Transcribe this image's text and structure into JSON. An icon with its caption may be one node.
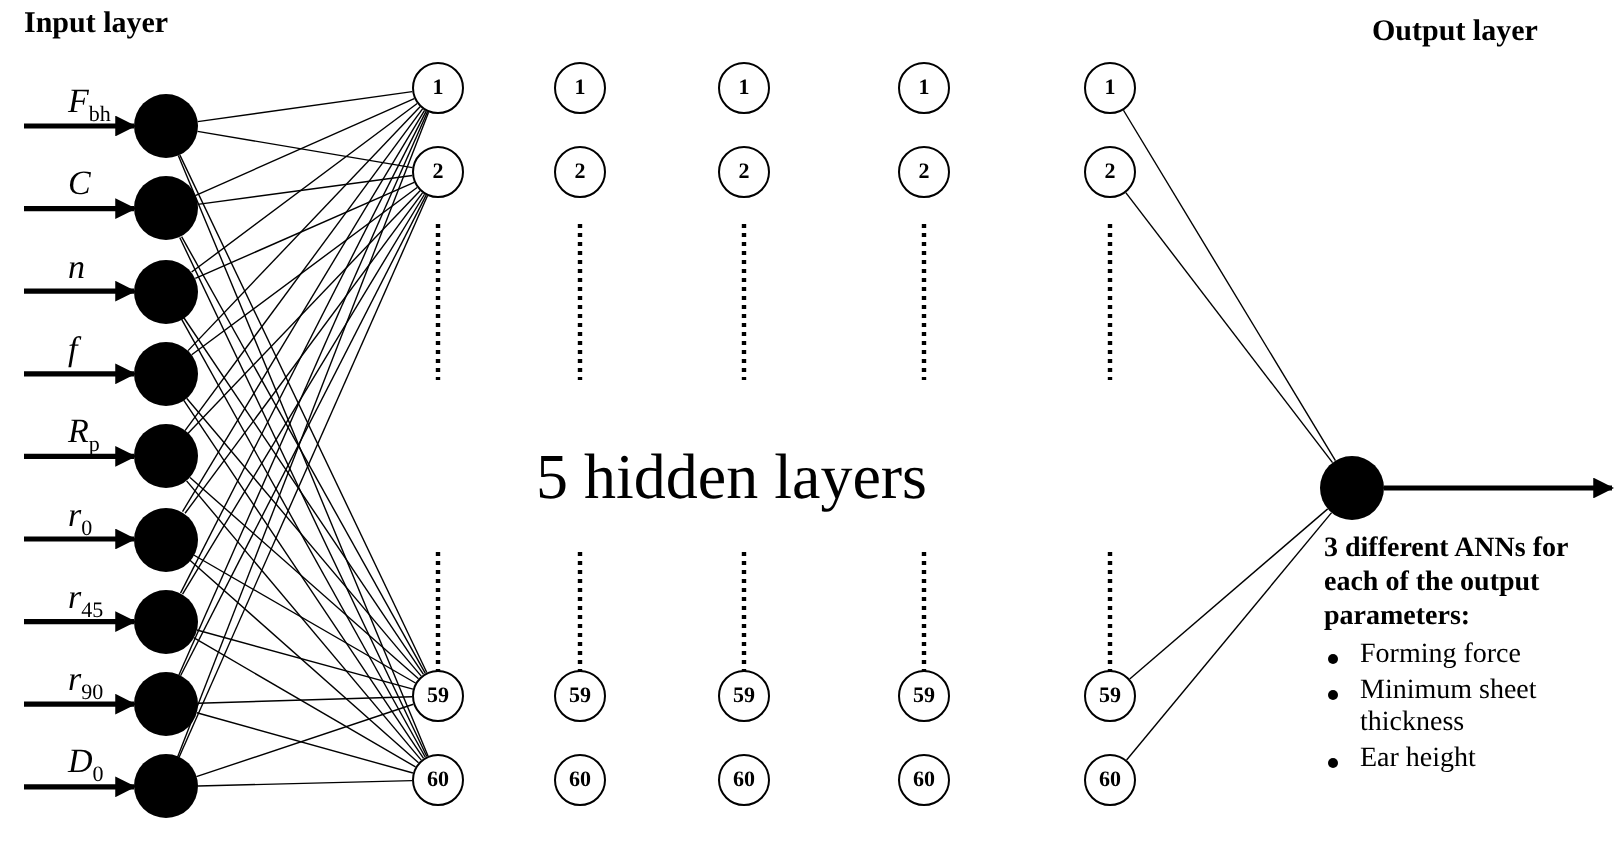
{
  "diagram": {
    "nodes": [
      {
        "text": [],
        "shape": "circle"
      },
      {
        "text": [],
        "shape": "circle"
      },
      {
        "text": [],
        "shape": "circle"
      },
      {
        "text": [],
        "shape": "circle"
      },
      {
        "text": [],
        "shape": "circle"
      },
      {
        "text": [],
        "shape": "circle"
      },
      {
        "text": [],
        "shape": "circle"
      },
      {
        "text": [],
        "shape": "circle"
      },
      {
        "text": [],
        "shape": "circle"
      },
      {
        "text": [
          "1"
        ]
      },
      {
        "text": [
          "2"
        ]
      },
      {
        "text": [
          "59"
        ]
      },
      {
        "text": [
          "60"
        ]
      },
      {
        "text": [
          "1"
        ]
      },
      {
        "text": [
          "2"
        ]
      },
      {
        "text": [
          "59"
        ]
      },
      {
        "text": [
          "60"
        ]
      },
      {
        "text": [
          "1"
        ]
      },
      {
        "text": [
          "2"
        ]
      },
      {
        "text": [
          "59"
        ]
      },
      {
        "text": [
          "60"
        ]
      },
      {
        "text": [
          "1"
        ]
      },
      {
        "text": [
          "2"
        ]
      },
      {
        "text": [
          "59"
        ]
      },
      {
        "text": [
          "60"
        ]
      },
      {
        "text": [
          "1"
        ]
      },
      {
        "text": [
          "2"
        ]
      },
      {
        "text": [
          "59"
        ]
      },
      {
        "text": [
          "60"
        ]
      },
      {
        "text": [],
        "shape": "circle"
      }
    ],
    "edges": [
      {
        "from": null,
        "to": 0,
        "arrow": "to",
        "label": "*F*$_{bh}$",
        "style": "thick"
      },
      {
        "from": null,
        "to": 1,
        "arrow": "to",
        "label": "*C*",
        "style": "thick"
      },
      {
        "from": null,
        "to": 2,
        "arrow": "to",
        "label": "*n*",
        "style": "thick"
      },
      {
        "from": null,
        "to": 3,
        "arrow": "to",
        "label": "*f*",
        "style": "thick"
      },
      {
        "from": null,
        "to": 4,
        "arrow": "to",
        "label": "*R*$_{p}$",
        "style": "thick"
      },
      {
        "from": null,
        "to": 5,
        "arrow": "to",
        "label": "*r*$_{0}$",
        "style": "thick"
      },
      {
        "from": null,
        "to": 6,
        "arrow": "to",
        "label": "*r*$_{45}$",
        "style": "thick"
      },
      {
        "from": null,
        "to": 7,
        "arrow": "to",
        "label": "*r*$_{90}$",
        "style": "thick"
      },
      {
        "from": null,
        "to": 8,
        "arrow": "to",
        "label": "*D*$_{0}$",
        "style": "thick"
      },
      {
        "from": 0,
        "to": 9,
        "arrow": "none"
      },
      {
        "from": 0,
        "to": 10,
        "arrow": "none"
      },
      {
        "from": 0,
        "to": 11,
        "arrow": "none"
      },
      {
        "from": 0,
        "to": 12,
        "arrow": "none"
      },
      {
        "from": 1,
        "to": 9,
        "arrow": "none"
      },
      {
        "from": 1,
        "to": 10,
        "arrow": "none"
      },
      {
        "from": 1,
        "to": 11,
        "arrow": "none"
      },
      {
        "from": 1,
        "to": 12,
        "arrow": "none"
      },
      {
        "from": 2,
        "to": 9,
        "arrow": "none"
      },
      {
        "from": 2,
        "to": 10,
        "arrow": "none"
      },
      {
        "from": 2,
        "to": 11,
        "arrow": "none"
      },
      {
        "from": 2,
        "to": 12,
        "arrow": "none"
      },
      {
        "from": 3,
        "to": 9,
        "arrow": "none"
      },
      {
        "from": 3,
        "to": 10,
        "arrow": "none"
      },
      {
        "from": 3,
        "to": 11,
        "arrow": "none"
      },
      {
        "from": 3,
        "to": 12,
        "arrow": "none"
      },
      {
        "from": 4,
        "to": 9,
        "arrow": "none"
      },
      {
        "from": 4,
        "to": 10,
        "arrow": "none"
      },
      {
        "from": 4,
        "to": 11,
        "arrow": "none"
      },
      {
        "from": 4,
        "to": 12,
        "arrow": "none"
      },
      {
        "from": 5,
        "to": 9,
        "arrow": "none"
      },
      {
        "from": 5,
        "to": 10,
        "arrow": "none"
      },
      {
        "from": 5,
        "to": 11,
        "arrow": "none"
      },
      {
        "from": 5,
        "to": 12,
        "arrow": "none"
      },
      {
        "from": 6,
        "to": 9,
        "arrow": "none"
      },
      {
        "from": 6,
        "to": 10,
        "arrow": "none"
      },
      {
        "from": 6,
        "to": 11,
        "arrow": "none"
      },
      {
        "from": 6,
        "to": 12,
        "arrow": "none"
      },
      {
        "from": 7,
        "to": 9,
        "arrow": "none"
      },
      {
        "from": 7,
        "to": 10,
        "arrow": "none"
      },
      {
        "from": 7,
        "to": 11,
        "arrow": "none"
      },
      {
        "from": 7,
        "to": 12,
        "arrow": "none"
      },
      {
        "from": 8,
        "to": 9,
        "arrow": "none"
      },
      {
        "from": 8,
        "to": 10,
        "arrow": "none"
      },
      {
        "from": 8,
        "to": 11,
        "arrow": "none"
      },
      {
        "from": 8,
        "to": 12,
        "arrow": "none"
      },
      {
        "from": 25,
        "to": 29,
        "arrow": "none"
      },
      {
        "from": 26,
        "to": 29,
        "arrow": "none"
      },
      {
        "from": 27,
        "to": 29,
        "arrow": "none"
      },
      {
        "from": 28,
        "to": 29,
        "arrow": "none"
      },
      {
        "from": 29,
        "to": null,
        "arrow": "to",
        "style": "thick"
      }
    ],
    "labels": [
      "Input layer",
      "Output layer",
      "5 hidden layers",
      "3 different ANNs for each of the output parameters:",
      "Forming force",
      "Minimum sheet thickness",
      "Ear height"
    ]
  }
}
